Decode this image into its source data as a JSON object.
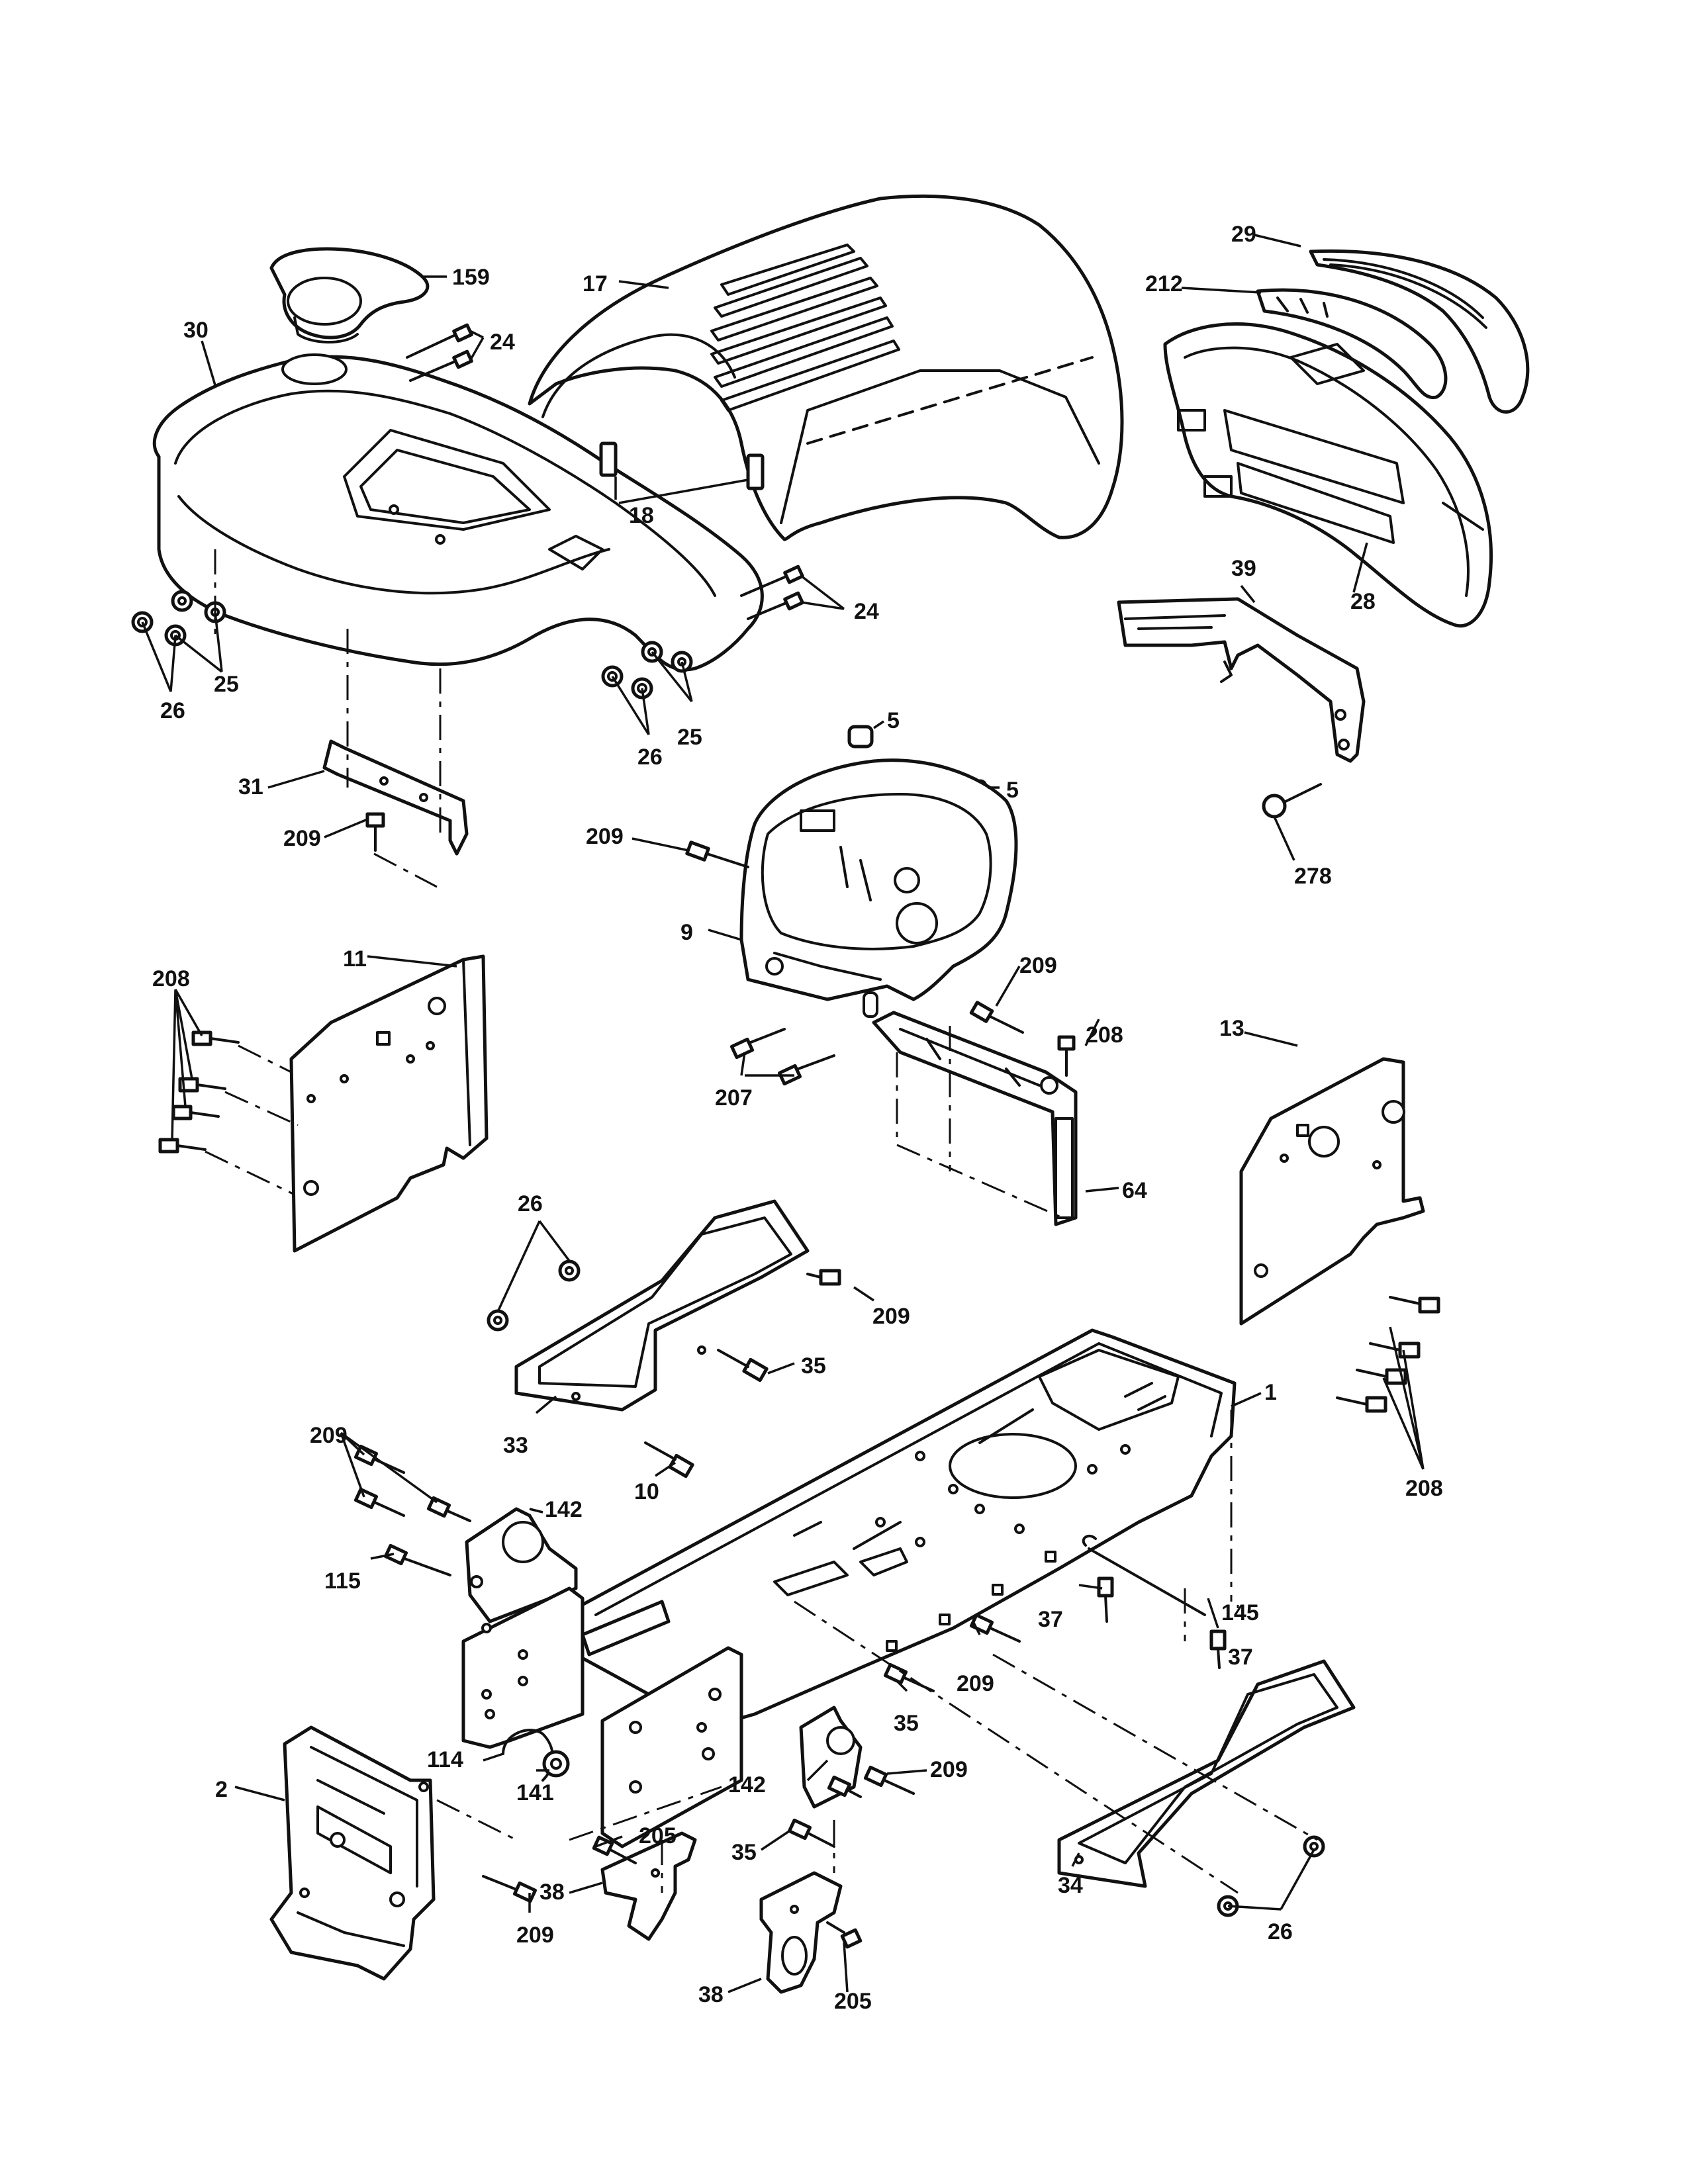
{
  "callouts": [
    {
      "id": "c159",
      "text": "159"
    },
    {
      "id": "c30",
      "text": "30"
    },
    {
      "id": "c24a",
      "text": "24"
    },
    {
      "id": "c17",
      "text": "17"
    },
    {
      "id": "c29",
      "text": "29"
    },
    {
      "id": "c212",
      "text": "212"
    },
    {
      "id": "c18",
      "text": "18"
    },
    {
      "id": "c28",
      "text": "28"
    },
    {
      "id": "c39",
      "text": "39"
    },
    {
      "id": "c24b",
      "text": "24"
    },
    {
      "id": "c25a",
      "text": "25"
    },
    {
      "id": "c26a",
      "text": "26"
    },
    {
      "id": "c25b",
      "text": "25"
    },
    {
      "id": "c26b",
      "text": "26"
    },
    {
      "id": "c5a",
      "text": "5"
    },
    {
      "id": "c5b",
      "text": "5"
    },
    {
      "id": "c31",
      "text": "31"
    },
    {
      "id": "c209a",
      "text": "209"
    },
    {
      "id": "c209b",
      "text": "209"
    },
    {
      "id": "c278",
      "text": "278"
    },
    {
      "id": "c9",
      "text": "9"
    },
    {
      "id": "c11",
      "text": "11"
    },
    {
      "id": "c208a",
      "text": "208"
    },
    {
      "id": "c209c",
      "text": "209"
    },
    {
      "id": "c208b",
      "text": "208"
    },
    {
      "id": "c207",
      "text": "207"
    },
    {
      "id": "c13",
      "text": "13"
    },
    {
      "id": "c64",
      "text": "64"
    },
    {
      "id": "c26c",
      "text": "26"
    },
    {
      "id": "c209d",
      "text": "209"
    },
    {
      "id": "c35a",
      "text": "35"
    },
    {
      "id": "c1",
      "text": "1"
    },
    {
      "id": "c33",
      "text": "33"
    },
    {
      "id": "c10",
      "text": "10"
    },
    {
      "id": "c208c",
      "text": "208"
    },
    {
      "id": "c209e",
      "text": "209"
    },
    {
      "id": "c142a",
      "text": "142"
    },
    {
      "id": "c115",
      "text": "115"
    },
    {
      "id": "c145",
      "text": "145"
    },
    {
      "id": "c37a",
      "text": "37"
    },
    {
      "id": "c37b",
      "text": "37"
    },
    {
      "id": "c209f",
      "text": "209"
    },
    {
      "id": "c35b",
      "text": "35"
    },
    {
      "id": "c114",
      "text": "114"
    },
    {
      "id": "c141",
      "text": "141"
    },
    {
      "id": "c142b",
      "text": "142"
    },
    {
      "id": "c209g",
      "text": "209"
    },
    {
      "id": "c2",
      "text": "2"
    },
    {
      "id": "c205a",
      "text": "205"
    },
    {
      "id": "c35c",
      "text": "35"
    },
    {
      "id": "c38a",
      "text": "38"
    },
    {
      "id": "c34",
      "text": "34"
    },
    {
      "id": "c26d",
      "text": "26"
    },
    {
      "id": "c209h",
      "text": "209"
    },
    {
      "id": "c38b",
      "text": "38"
    },
    {
      "id": "c205b",
      "text": "205"
    }
  ],
  "legend": {
    "cheveron-icon": "chevron-icon"
  }
}
